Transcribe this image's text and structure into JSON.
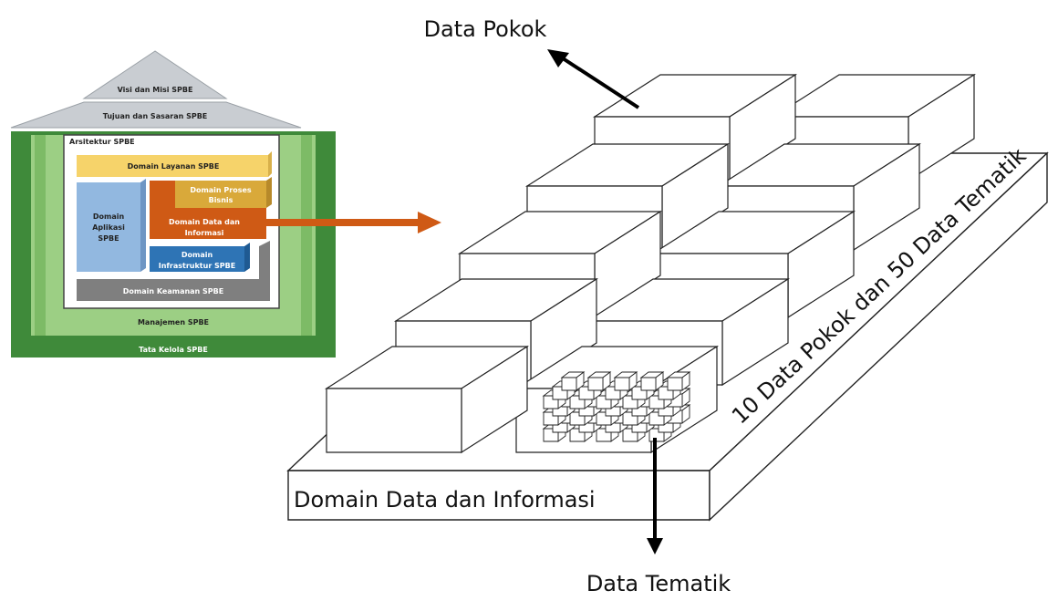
{
  "house": {
    "roof_top": "Visi dan Misi SPBE",
    "roof_bottom": "Tujuan dan Sasaran SPBE",
    "arsitektur": "Arsitektur SPBE",
    "layanan": "Domain Layanan SPBE",
    "aplikasi": [
      "Domain",
      "Aplikasi",
      "SPBE"
    ],
    "proses": [
      "Domain Proses",
      "Bisnis"
    ],
    "data_info": [
      "Domain Data dan",
      "Informasi"
    ],
    "infrastruktur": [
      "Domain",
      "Infrastruktur SPBE"
    ],
    "keamanan": "Domain Keamanan SPBE",
    "manajemen": "Manajemen SPBE",
    "tata_kelola": "Tata Kelola SPBE"
  },
  "diagram": {
    "label_data_pokok": "Data Pokok",
    "label_data_tematik": "Data Tematik",
    "label_domain": "Domain Data dan Informasi",
    "label_count": "10 Data Pokok dan 50 Data Tematik"
  },
  "colors": {
    "outer_green": "#3f8a3a",
    "light_green": "#9ccf84",
    "layanan_yellow": "#f6d36a",
    "aplikasi_blue": "#92b8e0",
    "proses_gold": "#d9a93a",
    "data_orange": "#cf5a15",
    "infra_blue": "#2e74b5",
    "keamanan_gray": "#7f7f7f",
    "roof_gray": "#c9cdd2"
  }
}
